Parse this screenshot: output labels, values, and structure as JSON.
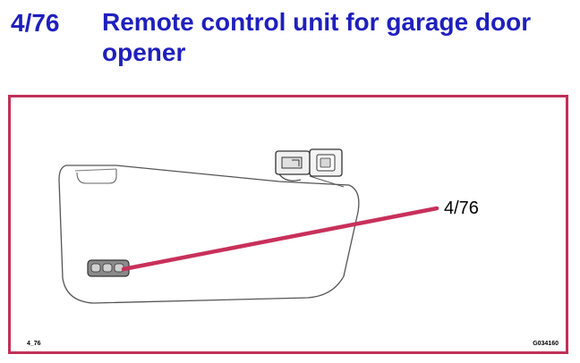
{
  "heading": {
    "number": "4/76",
    "title": "Remote control unit for garage door opener"
  },
  "figure": {
    "callout_label": "4/76",
    "id_left": "4_76",
    "id_right": "G034160",
    "colors": {
      "heading": "#1f1fbf",
      "frame": "#c03058",
      "callout_line": "#c8305a"
    },
    "icons": [
      "sun-visor-illustration",
      "remote-control-unit-icon",
      "visor-mirror-clip-icon"
    ]
  }
}
